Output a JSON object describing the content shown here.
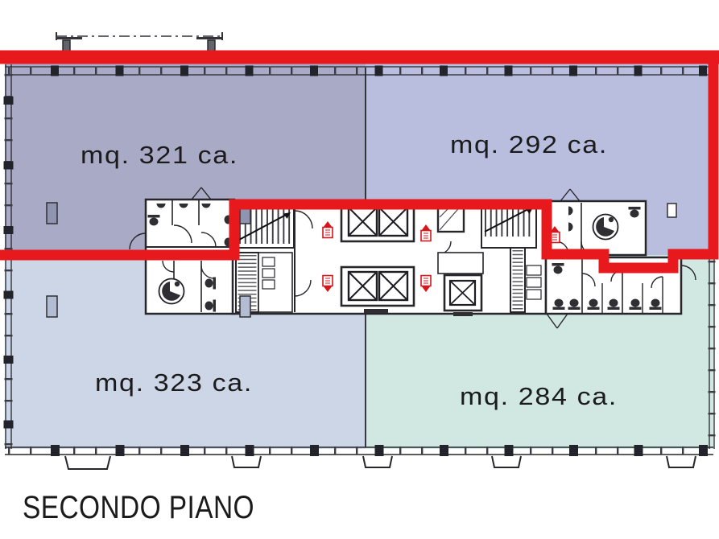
{
  "floor_plan": {
    "title": "SECONDO PIANO",
    "units": [
      {
        "name": "top-left",
        "area_label": "mq. 321 ca.",
        "fill": "#a8aac6"
      },
      {
        "name": "top-right",
        "area_label": "mq. 292 ca.",
        "fill": "#b9bedf"
      },
      {
        "name": "bottom-left",
        "area_label": "mq. 323 ca.",
        "fill": "#cdd6e7"
      },
      {
        "name": "bottom-right",
        "area_label": "mq. 284 ca.",
        "fill": "#d1e7e1"
      }
    ],
    "highlight": {
      "color": "#e8191d"
    },
    "icons": [
      "stairs-icon",
      "elevator-icon",
      "toilet-icon",
      "sink-icon",
      "accessible-wc-icon",
      "fire-extinguisher-icon",
      "canopy-icon",
      "pillar-icon"
    ]
  }
}
